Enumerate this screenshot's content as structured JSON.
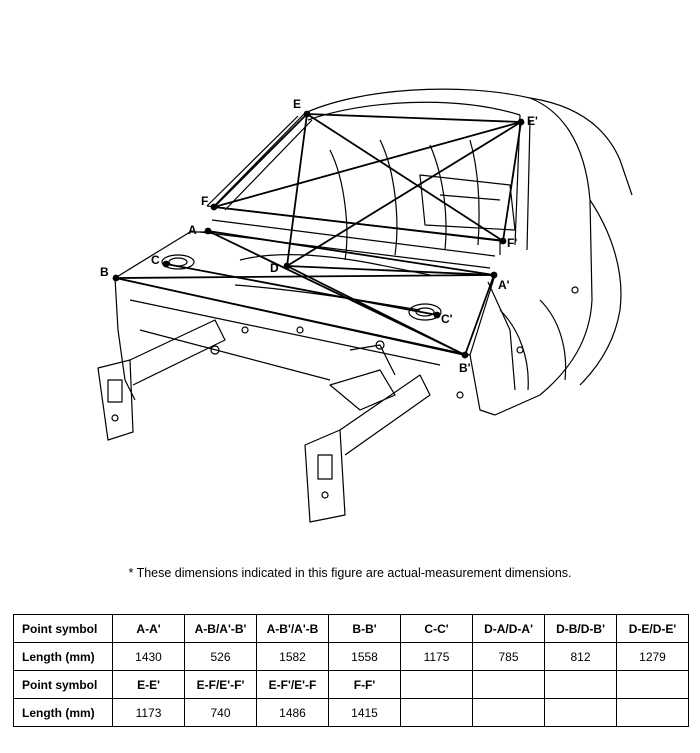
{
  "points": {
    "A": "A",
    "A_prime": "A'",
    "B": "B",
    "B_prime": "B'",
    "C": "C",
    "C_prime": "C'",
    "D": "D",
    "E": "E",
    "E_prime": "E'",
    "F": "F",
    "F_prime": "F'"
  },
  "note": "*  These dimensions indicated in this figure are actual-measurement dimensions.",
  "table": {
    "row1_header": "Point symbol",
    "row1_cols": [
      "A-A'",
      "A-B/A'-B'",
      "A-B'/A'-B",
      "B-B'",
      "C-C'",
      "D-A/D-A'",
      "D-B/D-B'",
      "D-E/D-E'"
    ],
    "row2_header": "Length (mm)",
    "row2_vals": [
      "1430",
      "526",
      "1582",
      "1558",
      "1175",
      "785",
      "812",
      "1279"
    ],
    "row3_header": "Point symbol",
    "row3_cols": [
      "E-E'",
      "E-F/E'-F'",
      "E-F'/E'-F",
      "F-F'",
      "",
      "",
      "",
      ""
    ],
    "row4_header": "Length (mm)",
    "row4_vals": [
      "1173",
      "740",
      "1486",
      "1415",
      "",
      "",
      "",
      ""
    ]
  }
}
